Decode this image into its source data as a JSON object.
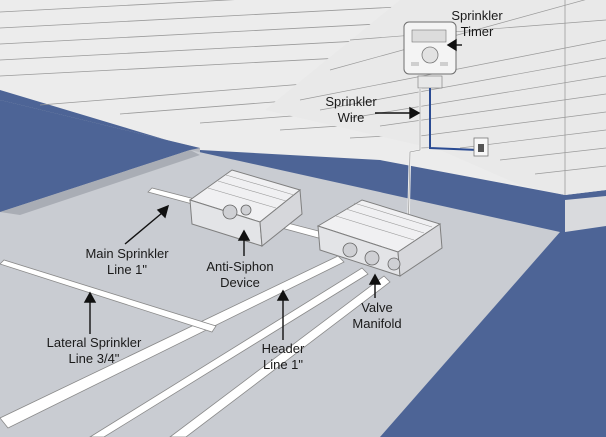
{
  "labels": {
    "timer": {
      "line1": "Sprinkler",
      "line2": "Timer"
    },
    "wire": {
      "line1": "Sprinkler",
      "line2": "Wire"
    },
    "main": {
      "line1": "Main Sprinkler",
      "line2": "Line 1\""
    },
    "siphon": {
      "line1": "Anti-Siphon",
      "line2": "Device"
    },
    "lateral": {
      "line1": "Lateral Sprinkler",
      "line2": "Line 3/4\""
    },
    "header": {
      "line1": "Header",
      "line2": "Line 1\""
    },
    "valve": {
      "line1": "Valve",
      "line2": "Manifold"
    }
  },
  "colors": {
    "lawn": "#4d6496",
    "ground": "#c9ccd2",
    "ground_dark": "#a9adb5",
    "siding": "#ececec",
    "siding_line": "#9a9a9a",
    "pipe": "#ffffff",
    "pipe_edge": "#8a8a8a",
    "wire": "#2a4b93",
    "text": "#1a1a1a"
  }
}
